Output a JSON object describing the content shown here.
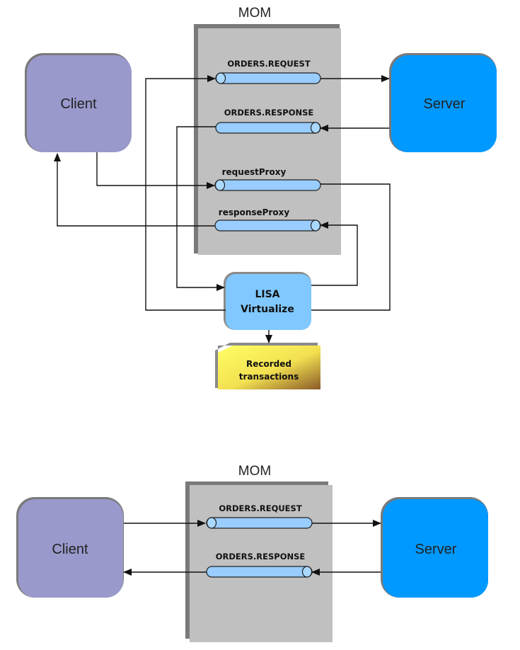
{
  "diagrams": [
    {
      "name": "virtualized-setup",
      "mom_label": "MOM",
      "client_label": "Client",
      "server_label": "Server",
      "queues": [
        {
          "label": "ORDERS.REQUEST"
        },
        {
          "label": "ORDERS.RESPONSE"
        },
        {
          "label": "requestProxy"
        },
        {
          "label": "responseProxy"
        }
      ],
      "lisa_label_line1": "LISA",
      "lisa_label_line2": "Virtualize",
      "recorded_line1": "Recorded",
      "recorded_line2": "transactions"
    },
    {
      "name": "direct-setup",
      "mom_label": "MOM",
      "client_label": "Client",
      "server_label": "Server",
      "queues": [
        {
          "label": "ORDERS.REQUEST"
        },
        {
          "label": "ORDERS.RESPONSE"
        }
      ]
    }
  ],
  "colors": {
    "client": "#9999cc",
    "server": "#0099ff",
    "mom_panel": "#c0c0c0",
    "queue": "#99ccff",
    "lisa": "#80c8ff",
    "recorded_start": "#ffff66",
    "recorded_end": "#996633"
  }
}
